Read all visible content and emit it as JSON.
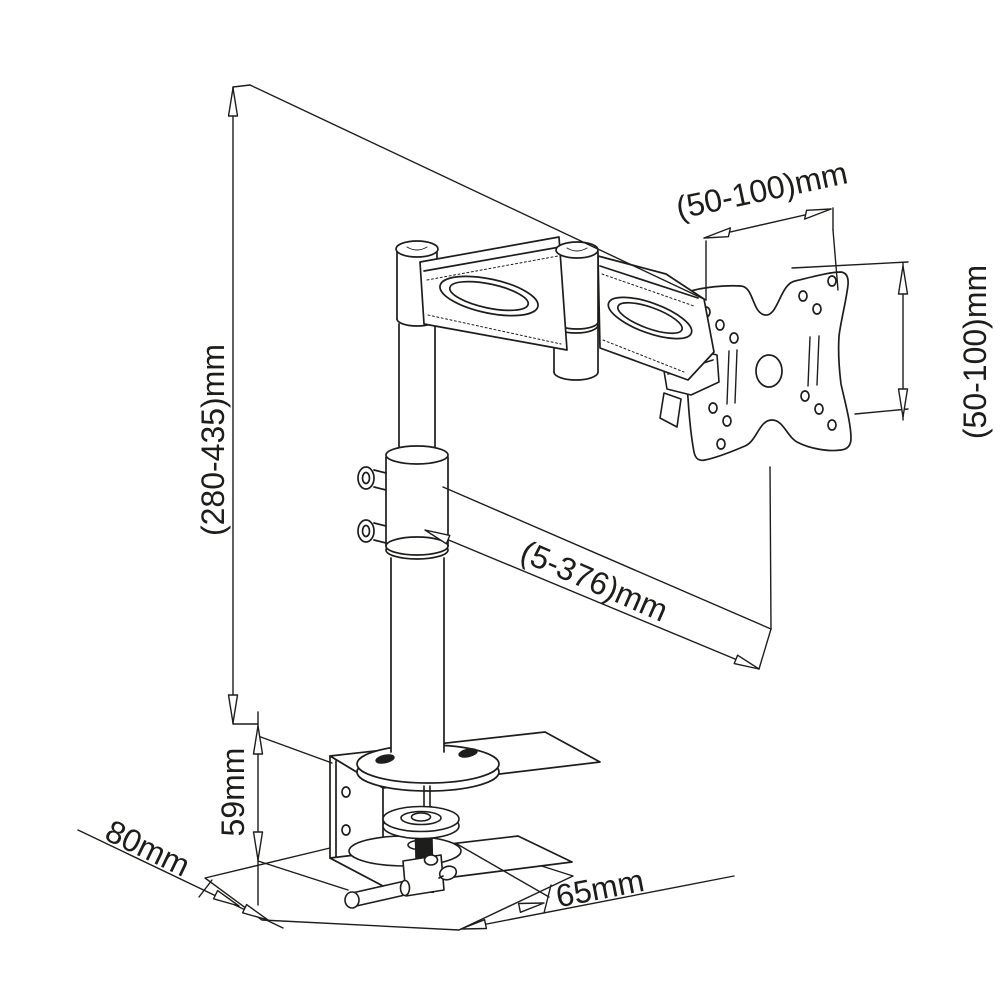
{
  "diagram": {
    "type": "technical-line-drawing",
    "subject": "articulated desk monitor mount arm with clamp base and VESA plate",
    "labels": {
      "height_range": "(280-435)mm",
      "vesa_width": "(50-100)mm",
      "vesa_height": "(50-100)mm",
      "arm_reach": "(5-376)mm",
      "clamp_height": "59mm",
      "base_width": "80mm",
      "clamp_depth": "65mm"
    },
    "colors": {
      "line": "#1d1d1b",
      "background": "#ffffff"
    }
  }
}
